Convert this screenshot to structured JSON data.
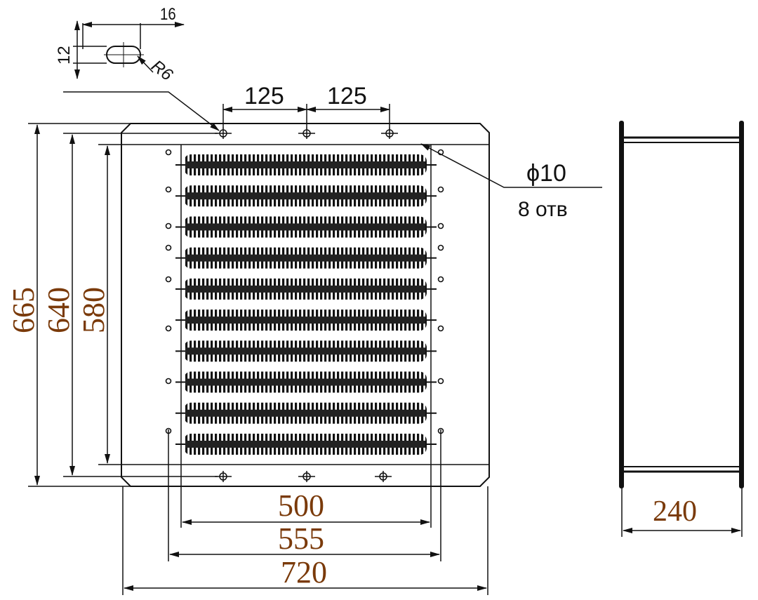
{
  "detail": {
    "slot_width": "16",
    "slot_height": "12",
    "slot_radius": "R6"
  },
  "top_dims": {
    "hole_spacing_left": "125",
    "hole_spacing_right": "125"
  },
  "holes": {
    "diameter": "ϕ10",
    "count": "8 отв"
  },
  "heights": {
    "outer": "665",
    "mid": "640",
    "inner": "580"
  },
  "widths": {
    "inner": "500",
    "mid": "555",
    "outer": "720"
  },
  "side_view": {
    "depth": "240"
  },
  "colors": {
    "line": "#111111",
    "dimension_text_accent": "#7a3a0a"
  },
  "heater_rows": 10
}
